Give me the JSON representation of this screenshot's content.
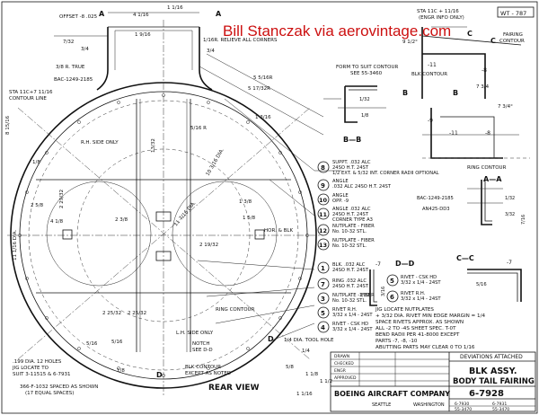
{
  "watermark": "Bill Stanczak via aerovintage.com",
  "corner_tag": "WT - 787",
  "top_notes": {
    "offset": "OFFSET -8 .025",
    "relieve": "1/16R. RELIEVE ALL CORNERS",
    "dim_4_1_16": "4 1/16",
    "dim_1_1_16": "1 1/16",
    "dim_7_32": "7/32",
    "dim_1_9_16": "1 9/16",
    "dim_3_4": "3/4",
    "dim_3_4b": "3/4"
  },
  "left_notes": {
    "sta_a": "3/8 R. TRUE",
    "bac": "BAC-1249-2185",
    "sta_b": "STA 11C+7 11/16",
    "contour": "CONTOUR LINE",
    "dim_8_15_16": "8 15/16",
    "rh_side": "R.H. SIDE ONLY",
    "dim_13_32": "13/32",
    "dim_1_8": "1/8",
    "dim_2_29_32": "2 29/32",
    "dim_4_1_8": "4 1/8",
    "dim_2_5_8": "2 5/8",
    "dim_11_16": "11 1/16 DIA.",
    "dim_2_25_32": "2 25/32",
    "dim_5_16": "5/16",
    "dim_1_8b": "1/8",
    "holes1": ".199 DIA. 12 HOLES",
    "holes2": "JIG LOCATE TO",
    "holes3": "SUIT 3-11515 & 6-7931",
    "spaces1": "366-F-1032 SPACED AS SHOWN",
    "spaces2": "(17 EQUAL SPACES)"
  },
  "center_notes": {
    "r_5_16": "5 5/16R",
    "r_5_17": "5 17/32R",
    "dim_1_3_16": "1 3/16",
    "dim_5_16r": "5/16 R",
    "dim_10_3_16": "10 3/16 DIA.",
    "dim_11_7_16": "11 7/16 DIA.",
    "dim_2_3_8": "2 3/8",
    "dim_1_3_8": "1 3/8",
    "dim_2_19_32": "2 19/32",
    "dim_2_25_32": "2 25/32",
    "dim_1_5_8": "1 5/8",
    "hor_blk": "HOR. & BLK",
    "dim_5_16c": "5/16",
    "lh_side": "L.H. SIDE ONLY",
    "notch": "NOTCH",
    "see_dd": "SEE D-D",
    "ring_contour": "RING CONTOUR",
    "blk_contour": "BLK CONTOUR",
    "except": "EXCEPT AS NOTED",
    "tool_hole": "1/4 DIA. TOOL HOLE",
    "view_title": "REAR VIEW",
    "letter_d": "D",
    "letter_d2": "D",
    "dim_1_4": "1/4",
    "dim_5_8": "5/8",
    "dim_1_1_8": "1 1/8",
    "dim_1_1_2": "1 1/2",
    "dim_1_1_16": "1 1/16"
  },
  "callouts": [
    {
      "num": "8",
      "line1": "SUPPT. .032 ALC",
      "line2": "24SO H.T. 24ST",
      "line3": "1/2 EXT. & 5/32 INT. CORNER RADII OPTIONAL"
    },
    {
      "num": "9",
      "line1": "ANGLE",
      "line2": ".032 ALC 24SO H.T. 24ST",
      "line3": ""
    },
    {
      "num": "10",
      "line1": "ANGLE",
      "line2": "OPP. -9",
      "line3": ""
    },
    {
      "num": "11",
      "line1": "ANGLE .032 ALC",
      "line2": "24SO H.T. 24ST",
      "line3": "CORNER TYPE A3"
    },
    {
      "num": "12",
      "line1": "NUTPLATE - FIBER",
      "line2": "No. 10-32 STL.",
      "line3": ""
    },
    {
      "num": "13",
      "line1": "NUTPLATE - FIBER",
      "line2": "No. 10-32 STL.",
      "line3": ""
    }
  ],
  "callouts_lower": [
    {
      "num": "1",
      "line1": "BLK. .032 ALC",
      "line2": "24SO H.T. 24ST"
    },
    {
      "num": "7",
      "line1": "RING .032 ALC",
      "line2": "24SO H.T. 24ST"
    },
    {
      "num": "3",
      "line1": "NUTPLATE - FIBER",
      "line2": "No. 10-32 STL."
    },
    {
      "num": "5",
      "line1": "RIVET R.H.",
      "line2": "3/32 x 1/4 - 24ST"
    },
    {
      "num": "4",
      "line1": "RIVET - CSK HD",
      "line2": "3/32 x 1/4 - 24ST"
    }
  ],
  "callouts_right": [
    {
      "num": "5",
      "line1": "RIVET - CSK HD",
      "line2": "3/32 x 1/4 - 24ST"
    },
    {
      "num": "6",
      "line1": "RIVET R.H.",
      "line2": "3/32 x 1/4 - 24ST"
    }
  ],
  "section_bb": {
    "title": "FORM TO SUIT CONTOUR",
    "see": "SEE 55-3460",
    "label": "B—B",
    "dim_1_32": "1/32",
    "dim_1_8": "1/8"
  },
  "section_aa": {
    "label": "A—A",
    "bac": "BAC-1249-2185",
    "an": "AN425-DD3",
    "dim_1_32": "1/32",
    "dim_3_32": "3/32",
    "dim_7_16": "7/16"
  },
  "section_cc": {
    "label": "C—C",
    "part": "-7",
    "dim": "5/16"
  },
  "section_dd": {
    "label": "D—D",
    "dim_3_16": "3/16",
    "dim_1_32": "1/32",
    "dim_7": "-7"
  },
  "right_top": {
    "sta": "STA 11C + 11/16",
    "engr": "(ENGR INFO ONLY)",
    "fairing": "FAIRING",
    "contour": "CONTOUR",
    "dim_9_1_2": "9 1/2°",
    "dim_11": "-11",
    "dim_8": "-8",
    "dim_7_3_4": "7 3/4",
    "blk_contour": "BLK CONTOUR",
    "dim_9": "-9",
    "ring_contour": "RING CONTOUR",
    "dim_11b": "-11",
    "dim_8b": "-8",
    "dim_3_4": "7 3/4°",
    "letter_c": "C",
    "letter_c2": "C",
    "letter_b": "B",
    "letter_b2": "B",
    "letter_a": "A",
    "letter_a2": "A"
  },
  "general_notes": [
    "JIG LOCATE NUTPLATES",
    "+ 3/32 DIA. RIVET MIN EDGE MARGIN = 1/4",
    "SPACE RIVETS APPROX. AS SHOWN",
    "ALL -2 TO -4S SHEET SPEC. T-0T",
    "BEND RADII PER 41-8000 EXCEPT",
    "PARTS -7, -8, -10",
    "ABUTTING PARTS MAY CLEAR 0 TO 1/16"
  ],
  "title_block": {
    "deviations": "DEVIATIONS ATTACHED",
    "title1": "BLK ASSY.",
    "title2": "BODY TAIL FAIRING",
    "company": "BOEING AIRCRAFT COMPANY",
    "city1": "SEATTLE",
    "city2": "WASHINGTON",
    "drawing_no": "6-7928",
    "ref1": "6-7930",
    "ref2": "55-3470",
    "ref3": "6-7931",
    "ref4": "55-3470",
    "small1": "DRAWN",
    "small2": "CHECKED",
    "small3": "ENGR",
    "small4": "APPROVED"
  }
}
